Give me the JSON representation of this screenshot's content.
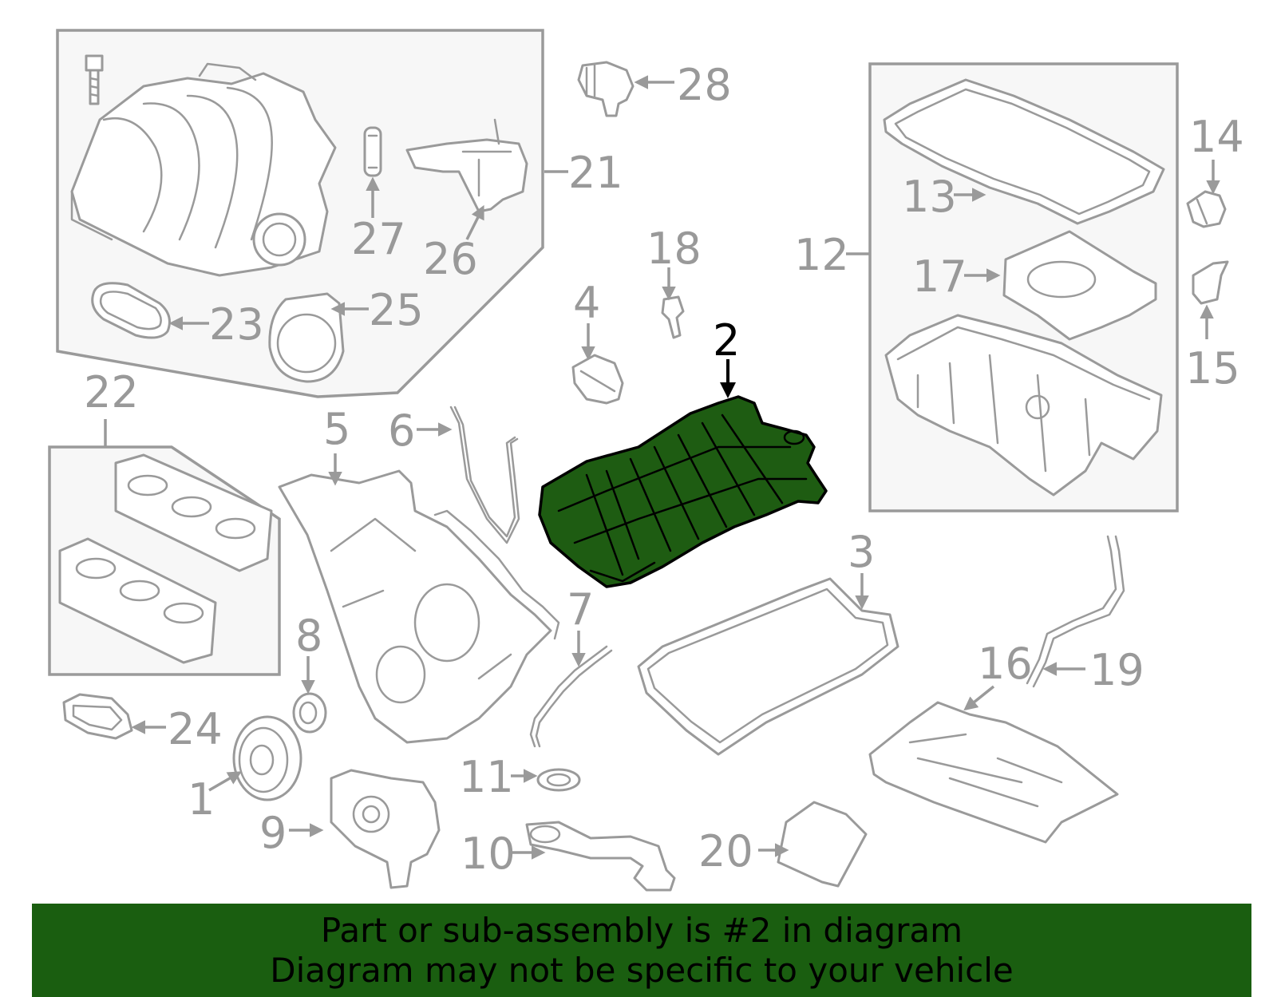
{
  "highlight_color": "#1e5c12",
  "banner": {
    "color": "#1a5e10",
    "line1": "Part or sub-assembly is #2 in diagram",
    "line2": "Diagram may not be specific to your vehicle"
  },
  "callouts": {
    "c1": "1",
    "c2": "2",
    "c3": "3",
    "c4": "4",
    "c5": "5",
    "c6": "6",
    "c7": "7",
    "c8": "8",
    "c9": "9",
    "c10": "10",
    "c11": "11",
    "c12": "12",
    "c13": "13",
    "c14": "14",
    "c15": "15",
    "c16": "16",
    "c17": "17",
    "c18": "18",
    "c19": "19",
    "c20": "20",
    "c21": "21",
    "c22": "22",
    "c23": "23",
    "c24": "24",
    "c25": "25",
    "c26": "26",
    "c27": "27",
    "c28": "28"
  }
}
